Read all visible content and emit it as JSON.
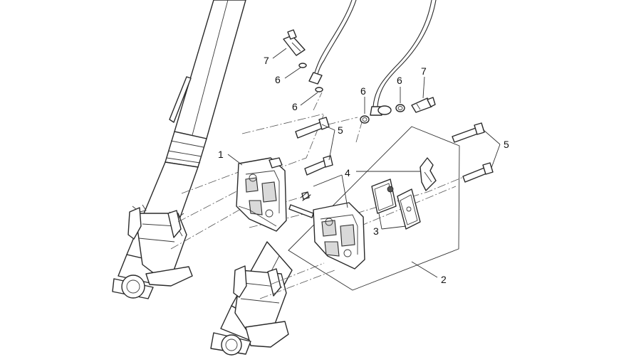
{
  "callouts": {
    "c1": "1",
    "c2": "2",
    "c3": "3",
    "c4": "4",
    "c5a": "5",
    "c5b": "5",
    "c6a": "6",
    "c6b": "6",
    "c6c": "6",
    "c6d": "6",
    "c7a": "7",
    "c7b": "7"
  },
  "icons": [
    "fork-leg-left",
    "fork-leg-right",
    "brake-caliper",
    "brake-pad",
    "caliper-bolt",
    "bleed-screw",
    "copper-washer",
    "brake-hose",
    "pad-spring-clip"
  ]
}
